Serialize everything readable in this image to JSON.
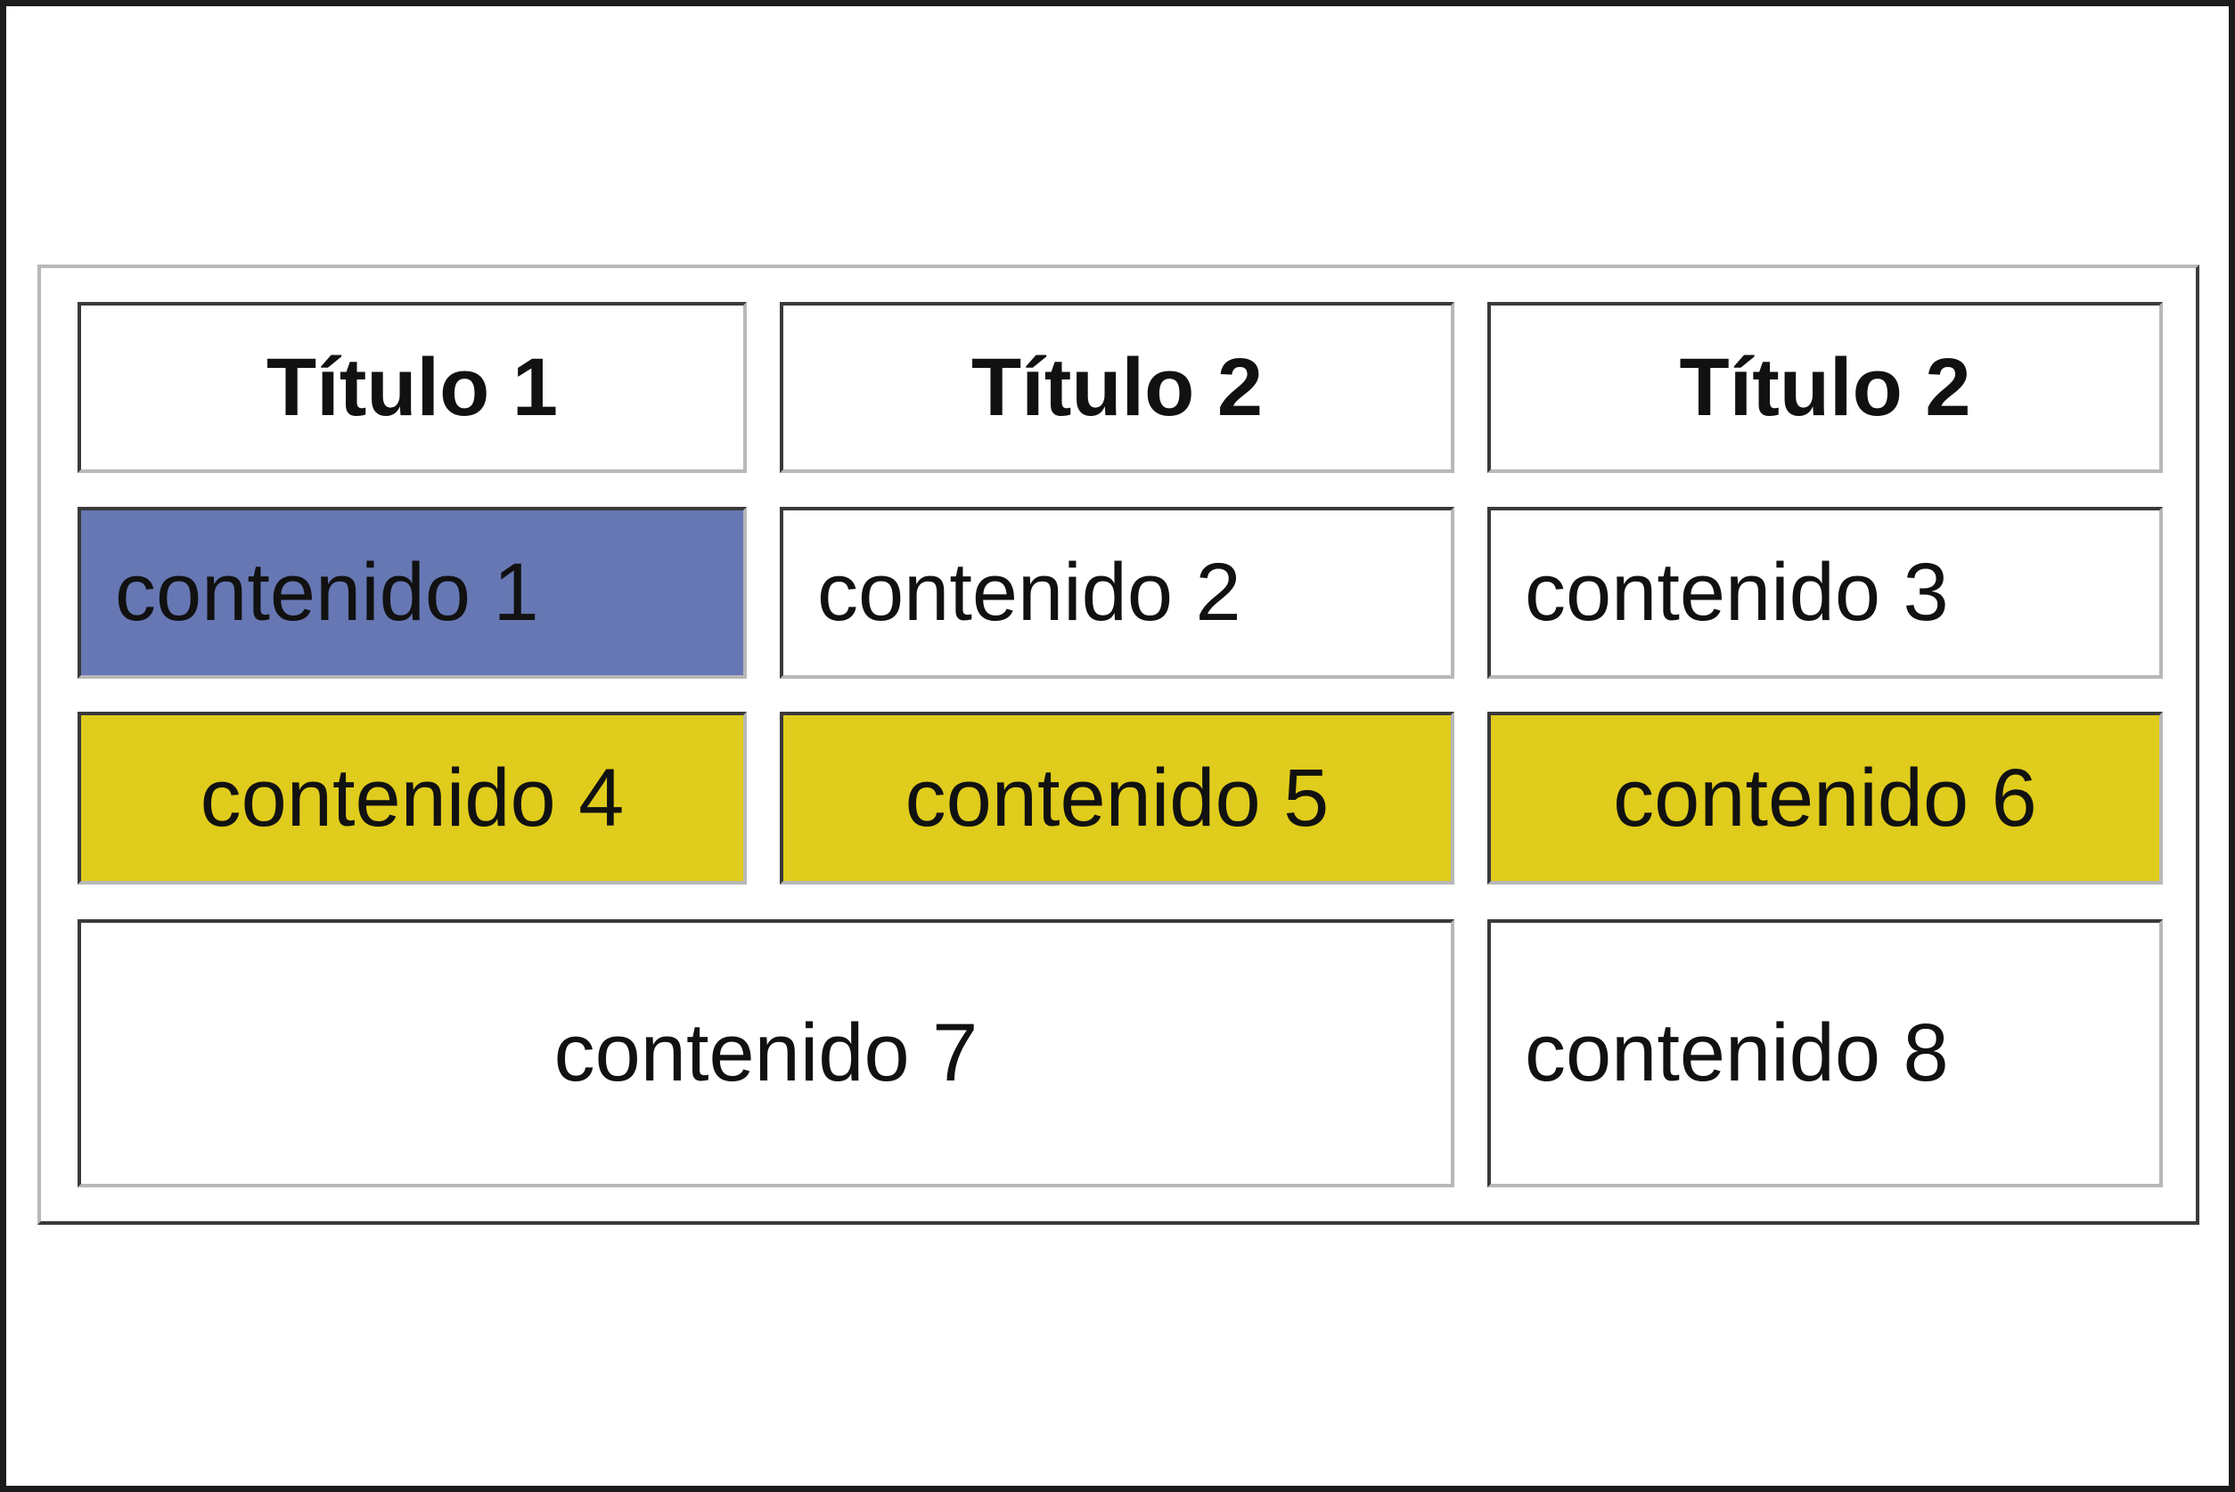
{
  "colors": {
    "highlight_blue": "#6677b3",
    "highlight_yellow": "#e0cc1c",
    "cell_white": "#ffffff",
    "text": "#111111"
  },
  "table": {
    "headers": [
      "Título 1",
      "Título 2",
      "Título 2"
    ],
    "rows": [
      [
        {
          "text": "contenido 1",
          "background": "#6677b3",
          "align": "left"
        },
        {
          "text": "contenido 2",
          "background": "#ffffff",
          "align": "left"
        },
        {
          "text": "contenido 3",
          "background": "#ffffff",
          "align": "left"
        }
      ],
      [
        {
          "text": "contenido 4",
          "background": "#e0cc1c",
          "align": "center"
        },
        {
          "text": "contenido 5",
          "background": "#e0cc1c",
          "align": "center"
        },
        {
          "text": "contenido 6",
          "background": "#e0cc1c",
          "align": "center"
        }
      ],
      [
        {
          "text": "contenido 7",
          "background": "#ffffff",
          "align": "center",
          "colspan": 2
        },
        {
          "text": "contenido 8",
          "background": "#ffffff",
          "align": "left"
        }
      ]
    ]
  }
}
